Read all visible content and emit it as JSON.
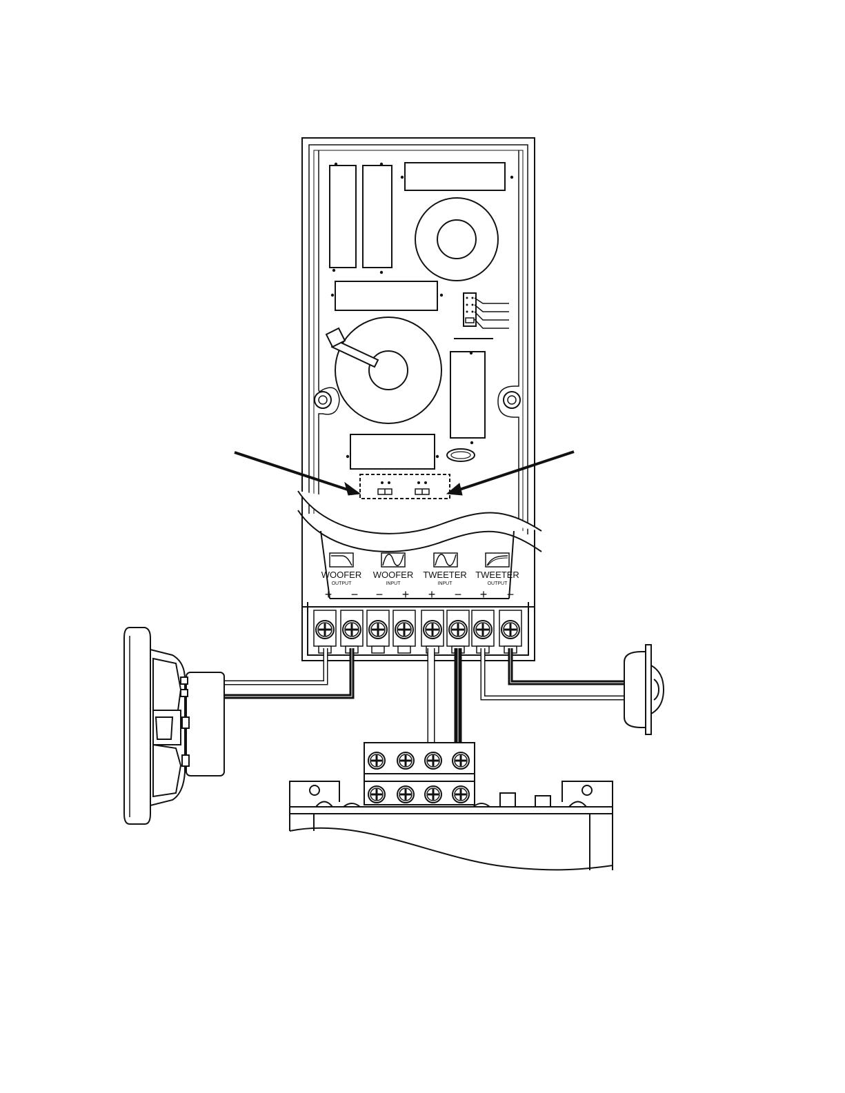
{
  "terminals": [
    {
      "name": "WOOFER",
      "sub": "OUTPUT",
      "signs": [
        "+",
        "−"
      ],
      "icon": "lowpass-icon"
    },
    {
      "name": "WOOFER",
      "sub": "INPUT",
      "signs": [
        "−",
        "+"
      ],
      "icon": "sine-icon"
    },
    {
      "name": "TWEETER",
      "sub": "INPUT",
      "signs": [
        "+",
        "−"
      ],
      "icon": "sine-icon"
    },
    {
      "name": "TWEETER",
      "sub": "OUTPUT",
      "signs": [
        "+",
        "−"
      ],
      "icon": "highpass-icon"
    }
  ],
  "colors": {
    "ink": "#111111",
    "paper": "#ffffff",
    "wire_light": "#ffffff",
    "wire_dark": "#111111"
  }
}
